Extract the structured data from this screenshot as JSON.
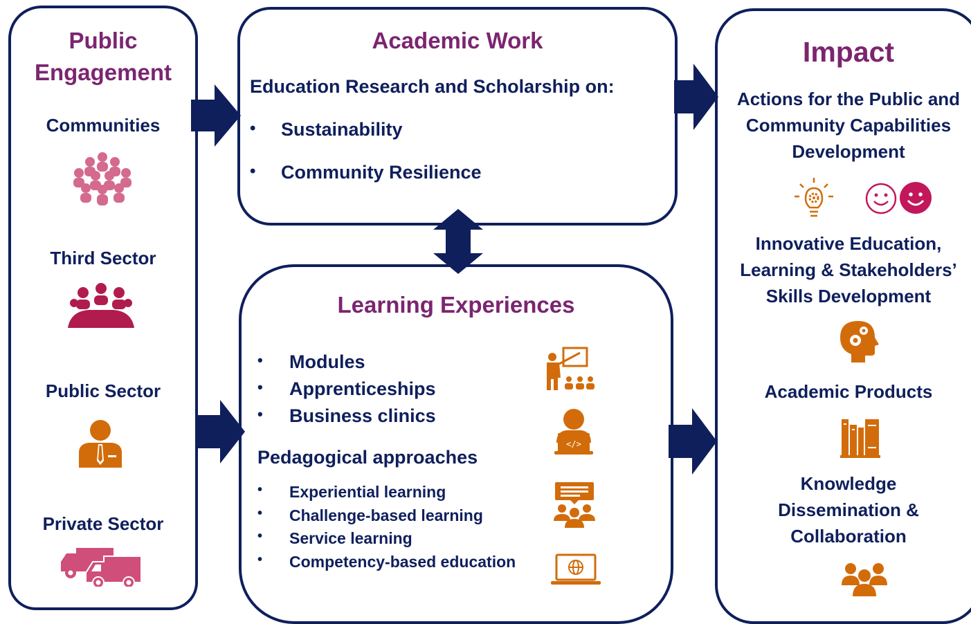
{
  "colors": {
    "navy": "#0f1f5c",
    "purple": "#7b2570",
    "pink": "#d46a8e",
    "crimson": "#b01c4e",
    "orange": "#d26c0b",
    "rose": "#cf4f7a"
  },
  "public_engagement": {
    "title_line1": "Public",
    "title_line2": "Engagement",
    "groups": [
      {
        "label": "Communities",
        "icon": "community-crowd-icon"
      },
      {
        "label": "Third Sector",
        "icon": "meeting-table-icon"
      },
      {
        "label": "Public Sector",
        "icon": "official-person-icon"
      },
      {
        "label": "Private Sector",
        "icon": "delivery-trucks-icon"
      }
    ]
  },
  "academic_work": {
    "title": "Academic Work",
    "subtitle": "Education Research and Scholarship on:",
    "bullets": [
      "Sustainability",
      "Community Resilience"
    ]
  },
  "learning": {
    "title": "Learning Experiences",
    "bullets": [
      "Modules",
      "Apprenticeships",
      "Business clinics"
    ],
    "approaches_title": "Pedagogical approaches",
    "approaches": [
      "Experiential learning",
      "Challenge-based learning",
      "Service learning",
      "Competency-based education"
    ],
    "icons": [
      "teacher-presentation-icon",
      "coder-laptop-icon",
      "group-discussion-icon",
      "web-laptop-icon"
    ]
  },
  "impact": {
    "title": "Impact",
    "actions_line1": "Actions for the Public and",
    "actions_line2": "Community Capabilities",
    "actions_line3": "Development",
    "innov_line1": "Innovative Education,",
    "innov_line2": "Learning & Stakeholders’",
    "innov_line3": "Skills Development",
    "products": "Academic Products",
    "knowledge_line1": "Knowledge",
    "knowledge_line2": "Dissemination &",
    "knowledge_line3": "Collaboration",
    "icons": [
      "lightbulb-gear-icon",
      "smiley-outline-icon",
      "smiley-filled-icon",
      "head-gears-icon",
      "books-icon",
      "team-icon"
    ]
  },
  "bullet_char": "•"
}
